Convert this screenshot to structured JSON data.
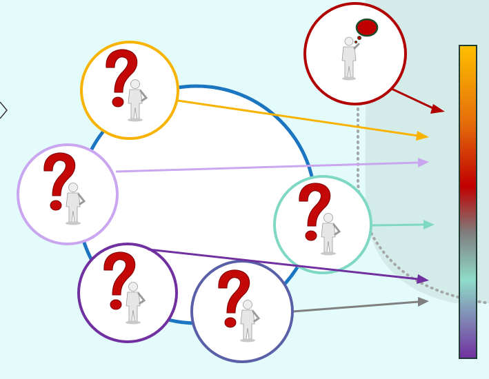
{
  "colors": {
    "background": "#e3fbfb",
    "panel": "#d3ecea",
    "big_circle": "#1c75c0",
    "thinker": "#b00000",
    "orange": "#f8b300",
    "lilac": "#c9a6ef",
    "teal": "#7fd8c4",
    "purple": "#7030a0",
    "slate": "#5a60a8",
    "gray_arrow": "#7f7f7f",
    "dotted": "#a6a6a6",
    "thought": "#c00000"
  },
  "icons": {
    "person": "question-person-icon",
    "thinker": "thinking-person-icon",
    "thought": "thought-bubble-icon"
  },
  "scale": {
    "stops": [
      "#ffc000",
      "#e46c0a",
      "#c00000",
      "#7f7f7f",
      "#8fdcc8",
      "#7030a0"
    ],
    "stop_positions": [
      0,
      0.25,
      0.45,
      0.6,
      0.75,
      1
    ]
  }
}
